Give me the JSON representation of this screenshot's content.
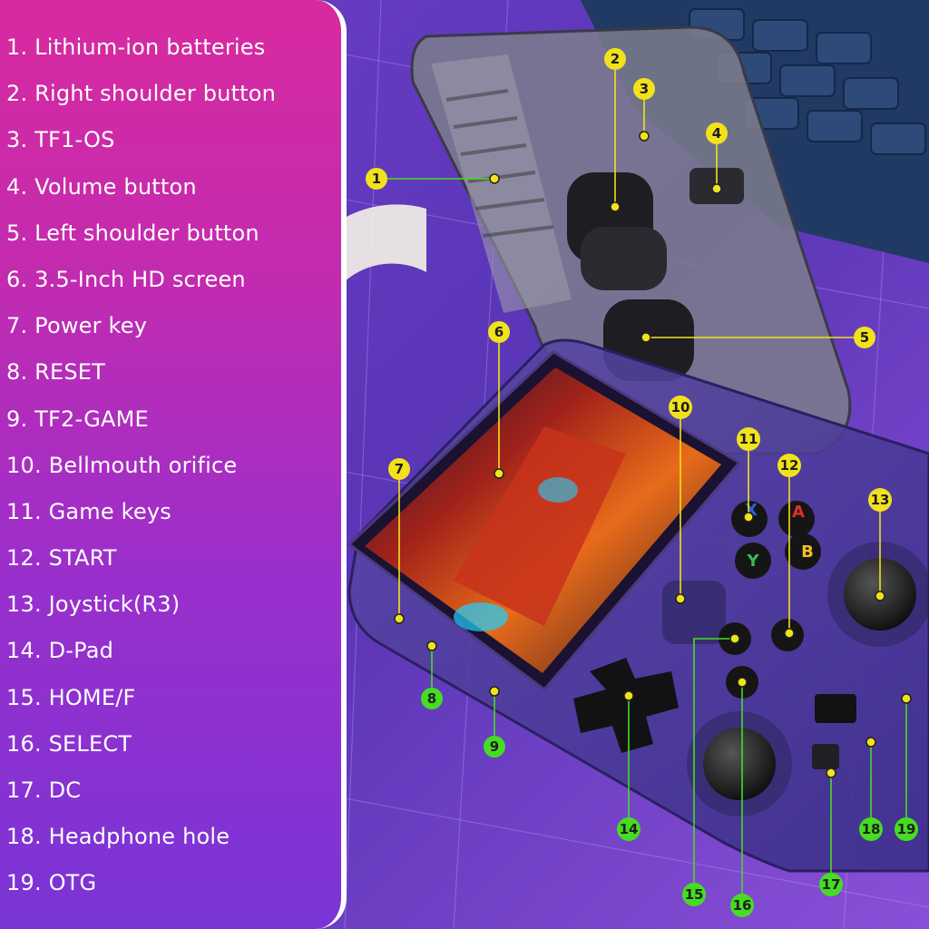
{
  "legend": {
    "items": [
      "1. Lithium-ion batteries",
      "2. Right shoulder button",
      "3. TF1-OS",
      "4. Volume button",
      "5. Left shoulder button",
      "6. 3.5-Inch HD screen",
      "7. Power key",
      "8. RESET",
      "9. TF2-GAME",
      "10. Bellmouth orifice",
      "11. Game keys",
      "12. START",
      "13. Joystick(R3)",
      "14. D-Pad",
      "15. HOME/F",
      "16. SELECT",
      "17. DC",
      "18. Headphone hole",
      "19. OTG"
    ]
  },
  "callouts": [
    "1",
    "2",
    "3",
    "4",
    "5",
    "6",
    "7",
    "8",
    "9",
    "10",
    "11",
    "12",
    "13",
    "14",
    "15",
    "16",
    "17",
    "18",
    "19"
  ],
  "game_keys": {
    "a": "A",
    "b": "B",
    "x": "X",
    "y": "Y"
  },
  "colors": {
    "yellow_marker": "#f2e21b",
    "green_marker": "#44dd22",
    "panel_top": "#d82a9f",
    "panel_bottom": "#7a34d6"
  }
}
